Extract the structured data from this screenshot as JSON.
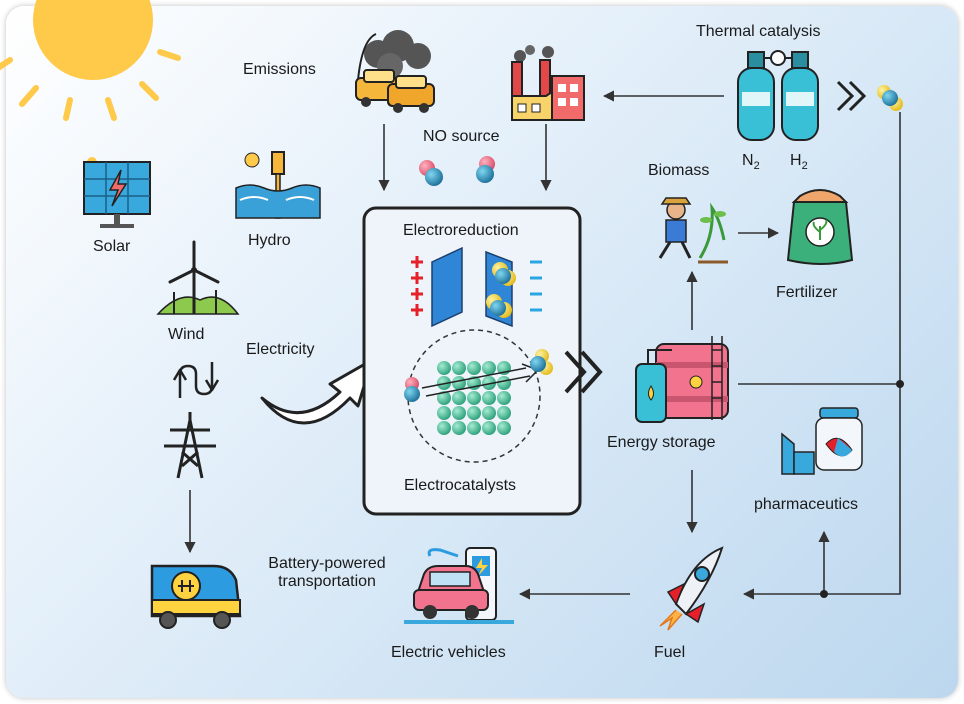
{
  "labels": {
    "emissions": "Emissions",
    "thermal_catalysis": "Thermal catalysis",
    "no_source": "NO source",
    "n2_base": "N",
    "n2_sub": "2",
    "h2_base": "H",
    "h2_sub": "2",
    "solar": "Solar",
    "hydro": "Hydro",
    "wind": "Wind",
    "electricity": "Electricity",
    "electroreduction": "Electroreduction",
    "electrocatalysts": "Electrocatalysts",
    "biomass": "Biomass",
    "fertilizer": "Fertilizer",
    "energy_storage": "Energy storage",
    "pharmaceutics": "pharmaceutics",
    "battery_line1": "Battery-powered",
    "battery_line2": "transportation",
    "electric_vehicles": "Electric vehicles",
    "fuel": "Fuel"
  },
  "colors": {
    "sun": "#ffc94a",
    "teal": "#2fb3b0",
    "cyan_bottle": "#39c0d6",
    "pink": "#f2738e",
    "red_cross": "#e6202a",
    "blue_dash": "#29a6e0",
    "catalyst": "#4cc2a0",
    "outline": "#222222",
    "arrow": "#333333"
  },
  "icons": [
    "sun-icon",
    "car-emissions-icon",
    "factory-icon",
    "gas-cylinders-icon",
    "molecule-icon",
    "solar-panel-icon",
    "hydro-dam-icon",
    "wind-turbine-icon",
    "power-tower-icon",
    "electric-van-icon",
    "biomass-farmer-icon",
    "fertilizer-sack-icon",
    "energy-storage-tank-icon",
    "pharma-bottle-icon",
    "rocket-icon",
    "electric-car-charger-icon",
    "curved-arrow-icon"
  ]
}
